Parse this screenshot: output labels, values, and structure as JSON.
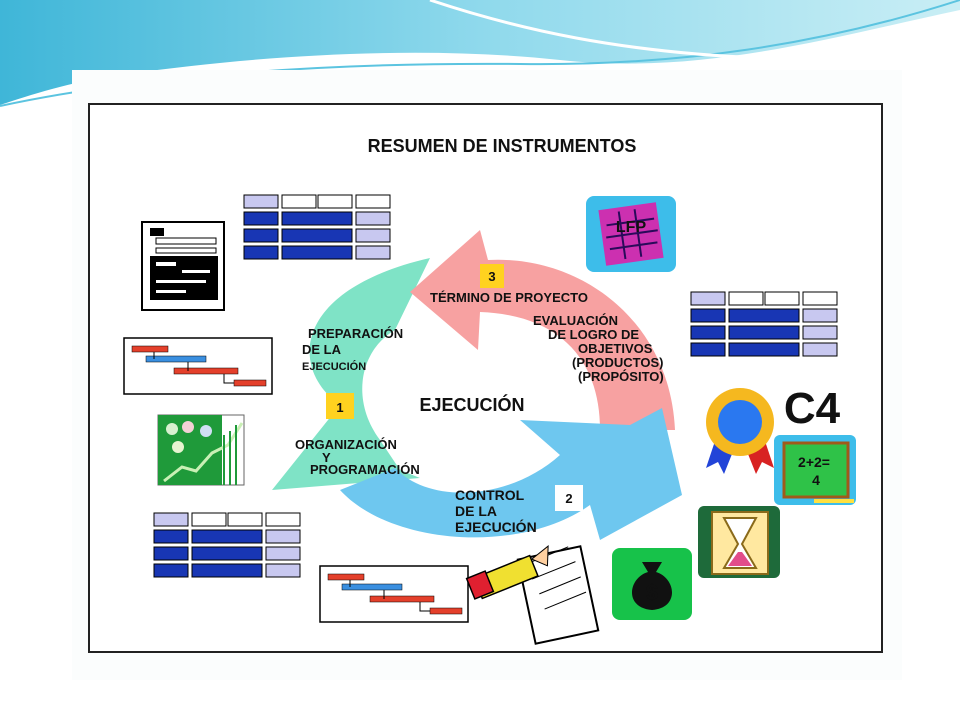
{
  "slide": {
    "title": "RESUMEN DE INSTRUMENTOS",
    "center_label": "EJECUCIÓN",
    "stages": [
      {
        "number": "1",
        "lines": [
          "PREPARACIÓN",
          "DE LA",
          "EJECUCIÓN"
        ]
      },
      {
        "number": "2",
        "lines": [
          "CONTROL",
          "DE LA",
          "EJECUCIÓN"
        ]
      },
      {
        "number": "3",
        "lines": [
          "TÉRMINO DE PROYECTO"
        ]
      }
    ],
    "organization_lines": [
      "ORGANIZACIÓN",
      "Y",
      "PROGRAMACIÓN"
    ],
    "evaluation_lines": [
      "EVALUACIÓN",
      "DE LOGRO DE",
      "OBJETIVOS",
      "(PRODUCTOS)",
      "(PROPÓSITO)"
    ],
    "c4_label": "C4",
    "board_lines": [
      "2+2=",
      "4"
    ],
    "lfp_label": "LFP",
    "money_symbol": "$",
    "colors": {
      "green_arrow": "#7fe3c6",
      "pink_arrow": "#f7a1a1",
      "blue_arrow": "#6ec7ef",
      "table_navy": "#1836b4",
      "table_lavender": "#c8c8f0",
      "badge_yellow": "#ffd21f"
    },
    "icons": [
      "document-form-icon",
      "gantt-chart-icon",
      "growth-chart-icon",
      "lfp-matrix-icon",
      "award-ribbon-icon",
      "chalkboard-icon",
      "hourglass-icon",
      "money-bag-icon",
      "pencil-notepad-icon"
    ]
  }
}
